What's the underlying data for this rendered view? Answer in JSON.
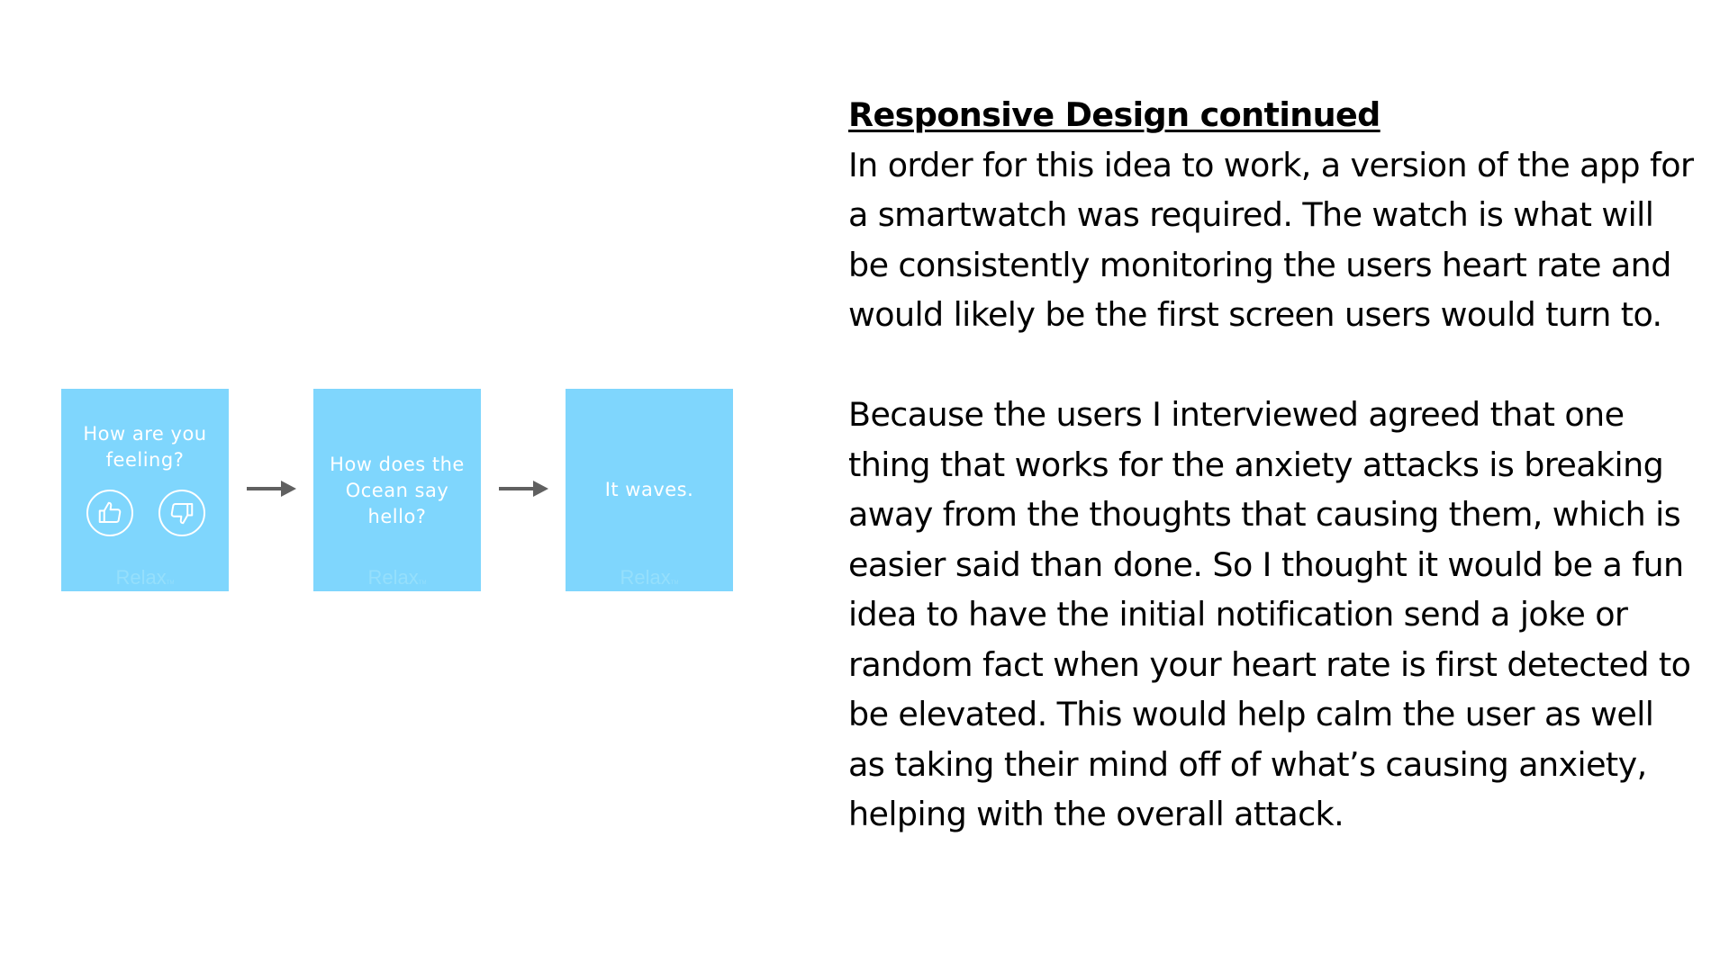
{
  "screens": [
    {
      "text": "How are you feeling?",
      "brand": "Relax",
      "brand_mark": "TM",
      "icons": [
        "thumbs-up-icon",
        "thumbs-down-icon"
      ]
    },
    {
      "text": "How does the Ocean say hello?",
      "brand": "Relax",
      "brand_mark": "TM"
    },
    {
      "text": "It waves.",
      "brand": "Relax",
      "brand_mark": "TM"
    }
  ],
  "arrow_icon": "arrow-right-icon",
  "colors": {
    "screen_bg": "#7fd6fd",
    "screen_text": "#ffffff",
    "brand_text": "#95dffc",
    "arrow": "#606060",
    "body_text": "#000000"
  },
  "content": {
    "heading": "Responsive Design continued",
    "paragraph_1": "In order for this idea to work, a version of the app for a smartwatch was required. The watch is what will be consistently monitoring the users heart rate and would likely be the first screen users would turn to.",
    "paragraph_2": "Because the users I interviewed agreed that one thing that works for the anxiety attacks is breaking away from the thoughts that causing them, which is easier said than done. So I thought it would be a fun idea to have the initial notification send a joke or random fact when your heart rate is first detected to be elevated. This would help calm the user as well as taking their mind off of what’s causing anxiety, helping with the overall attack."
  }
}
